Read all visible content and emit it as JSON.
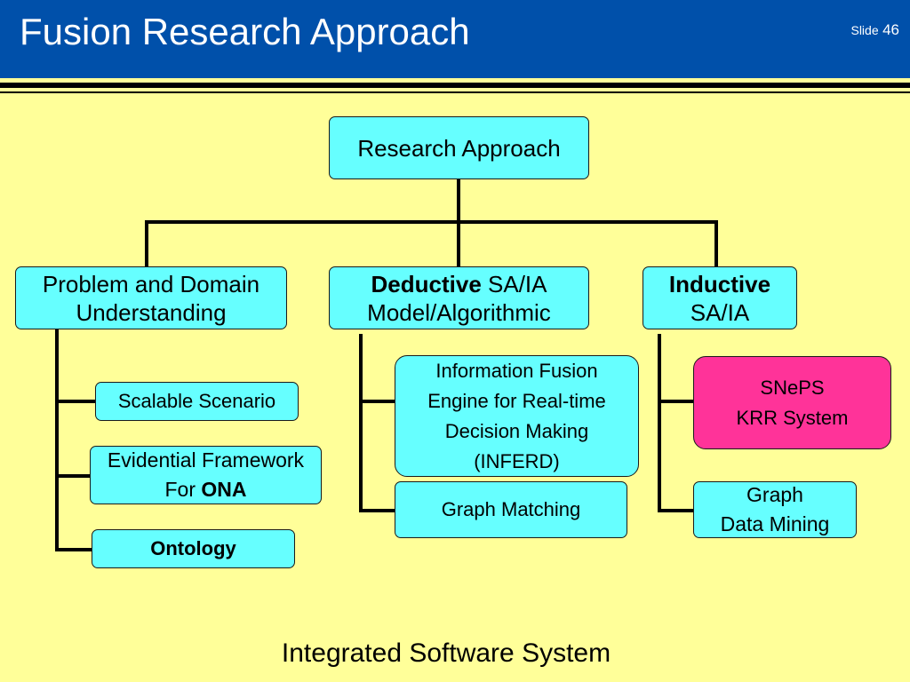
{
  "slide": {
    "title": "Fusion Research Approach",
    "slide_label": "Slide",
    "slide_number": "46"
  },
  "diagram": {
    "root": "Research Approach",
    "problem": {
      "line1": "Problem and Domain",
      "line2": "Understanding"
    },
    "deductive": {
      "bold": "Deductive",
      "line1_rest": " SA/IA",
      "line2": "Model/Algorithmic"
    },
    "inductive": {
      "bold": "Inductive",
      "line2": "SA/IA"
    },
    "scalable_scenario": "Scalable Scenario",
    "evidential": {
      "line1": "Evidential Framework",
      "line2_prefix": "For ",
      "line2_bold": "ONA"
    },
    "ontology": "Ontology",
    "inferd": {
      "line1": "Information Fusion",
      "line2": "Engine for Real-time",
      "line3": "Decision Making",
      "line4": "(INFERD)"
    },
    "graph_matching": "Graph Matching",
    "sneps": {
      "line1": "SNePS",
      "line2": "KRR System"
    },
    "graph_mining": {
      "line1": "Graph",
      "line2": "Data Mining"
    }
  },
  "footer": "Integrated Software System",
  "colors": {
    "header": "#0050aa",
    "background": "#ffff99",
    "box": "#66ffff",
    "highlight_box": "#ff3399"
  }
}
